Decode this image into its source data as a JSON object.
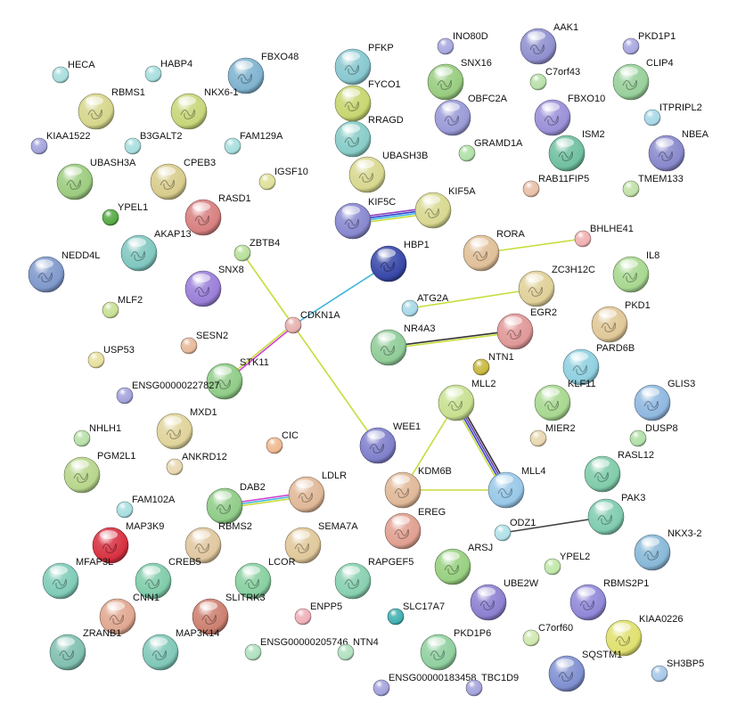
{
  "title": "Protein interaction network",
  "nodes": [
    {
      "label": "HECA",
      "color": "#a8dede"
    },
    {
      "label": "HABP4",
      "color": "#a8dede"
    },
    {
      "label": "FBXO48",
      "color": "#7fb3d0"
    },
    {
      "label": "RBMS1",
      "color": "#d6d68c"
    },
    {
      "label": "NKX6-1",
      "color": "#c8d67a"
    },
    {
      "label": "KIAA1522",
      "color": "#a3a3dd"
    },
    {
      "label": "B3GALT2",
      "color": "#a8dede"
    },
    {
      "label": "FAM129A",
      "color": "#a8dede"
    },
    {
      "label": "UBASH3A",
      "color": "#9ccc7f"
    },
    {
      "label": "CPEB3",
      "color": "#d8cc8c"
    },
    {
      "label": "IGSF10",
      "color": "#e0e09a"
    },
    {
      "label": "YPEL1",
      "color": "#55aa44"
    },
    {
      "label": "RASD1",
      "color": "#d88080"
    },
    {
      "label": "AKAP13",
      "color": "#80c8c0"
    },
    {
      "label": "ZBTB4",
      "color": "#b8e09a"
    },
    {
      "label": "NEDD4L",
      "color": "#7f99cc"
    },
    {
      "label": "SNX8",
      "color": "#9a7fd8"
    },
    {
      "label": "MLF2",
      "color": "#c8e094"
    },
    {
      "label": "CDKN1A",
      "color": "#e8b0b0"
    },
    {
      "label": "USP53",
      "color": "#e8e0a0"
    },
    {
      "label": "SESN2",
      "color": "#e8b89a"
    },
    {
      "label": "STK11",
      "color": "#90cc88"
    },
    {
      "label": "ENSG00000227827",
      "color": "#a3a3dd"
    },
    {
      "label": "NHLH1",
      "color": "#b8e0a8"
    },
    {
      "label": "MXD1",
      "color": "#e0d49a"
    },
    {
      "label": "CIC",
      "color": "#f0b890"
    },
    {
      "label": "PGM2L1",
      "color": "#b8d68c"
    },
    {
      "label": "ANKRD12",
      "color": "#e8d8b0"
    },
    {
      "label": "FAM102A",
      "color": "#a8dee0"
    },
    {
      "label": "DAB2",
      "color": "#90cc88"
    },
    {
      "label": "LDLR",
      "color": "#e0b898"
    },
    {
      "label": "MAP3K9",
      "color": "#d83040"
    },
    {
      "label": "RBMS2",
      "color": "#e0c8a0"
    },
    {
      "label": "SEMA7A",
      "color": "#e0c89a"
    },
    {
      "label": "MFAP3L",
      "color": "#80ccb8"
    },
    {
      "label": "CREB5",
      "color": "#80ccaa"
    },
    {
      "label": "LCOR",
      "color": "#88d0a0"
    },
    {
      "label": "RAPGEF5",
      "color": "#88d0b0"
    },
    {
      "label": "CNN1",
      "color": "#e0a890"
    },
    {
      "label": "SLITRK3",
      "color": "#cc8070"
    },
    {
      "label": "ENPP5",
      "color": "#f0b0b8"
    },
    {
      "label": "SLC17A7",
      "color": "#40b0b0"
    },
    {
      "label": "ZRANB1",
      "color": "#80c0b0"
    },
    {
      "label": "MAP3K14",
      "color": "#80c8b8"
    },
    {
      "label": "ENSG00000205746",
      "color": "#b0e0c0"
    },
    {
      "label": "NTN4",
      "color": "#b0e0c0"
    },
    {
      "label": "PKD1P6",
      "color": "#90d0a0"
    },
    {
      "label": "ENSG00000183458",
      "color": "#a3a3dd"
    },
    {
      "label": "TBC1D9",
      "color": "#a3a3dd"
    },
    {
      "label": "PFKP",
      "color": "#88c8d0"
    },
    {
      "label": "INO80D",
      "color": "#a8a8e0"
    },
    {
      "label": "AAK1",
      "color": "#9090d0"
    },
    {
      "label": "PKD1P1",
      "color": "#a8a8e0"
    },
    {
      "label": "FYCO1",
      "color": "#c8d670"
    },
    {
      "label": "SNX16",
      "color": "#98cc80"
    },
    {
      "label": "C7orf43",
      "color": "#b8e0a8"
    },
    {
      "label": "CLIP4",
      "color": "#98d09a"
    },
    {
      "label": "RRAGD",
      "color": "#88ccc8"
    },
    {
      "label": "OBFC2A",
      "color": "#9a9ad8"
    },
    {
      "label": "FBXO10",
      "color": "#9a90d8"
    },
    {
      "label": "ITPRIPL2",
      "color": "#a8d8e8"
    },
    {
      "label": "GRAMD1A",
      "color": "#b0e0a8"
    },
    {
      "label": "ISM2",
      "color": "#70c0a0"
    },
    {
      "label": "NBEA",
      "color": "#8888cc"
    },
    {
      "label": "UBASH3B",
      "color": "#d8d890"
    },
    {
      "label": "RAB11FIP5",
      "color": "#e8c0a8"
    },
    {
      "label": "TMEM133",
      "color": "#c0e0a8"
    },
    {
      "label": "KIF5C",
      "color": "#8888d0"
    },
    {
      "label": "KIF5A",
      "color": "#d8d890"
    },
    {
      "label": "HBP1",
      "color": "#3848a8"
    },
    {
      "label": "RORA",
      "color": "#e0c098"
    },
    {
      "label": "BHLHE41",
      "color": "#f0b0b0"
    },
    {
      "label": "IL8",
      "color": "#a8d890"
    },
    {
      "label": "ZC3H12C",
      "color": "#e0d098"
    },
    {
      "label": "ATG2A",
      "color": "#a8d8e8"
    },
    {
      "label": "PKD1",
      "color": "#e0c898"
    },
    {
      "label": "EGR2",
      "color": "#e09898"
    },
    {
      "label": "NR4A3",
      "color": "#90cc98"
    },
    {
      "label": "PARD6B",
      "color": "#90d0e0"
    },
    {
      "label": "NTN1",
      "color": "#c8b840"
    },
    {
      "label": "MLL2",
      "color": "#c8e090"
    },
    {
      "label": "KLF11",
      "color": "#a8d890"
    },
    {
      "label": "GLIS3",
      "color": "#90b8e0"
    },
    {
      "label": "MIER2",
      "color": "#e8d8b0"
    },
    {
      "label": "DUSP8",
      "color": "#b0e0a8"
    },
    {
      "label": "WEE1",
      "color": "#8080cc"
    },
    {
      "label": "KDM6B",
      "color": "#e0b898"
    },
    {
      "label": "MLL4",
      "color": "#98c8e8"
    },
    {
      "label": "RASL12",
      "color": "#80ccaa"
    },
    {
      "label": "EREG",
      "color": "#e0a090"
    },
    {
      "label": "ODZ1",
      "color": "#b0e0e8"
    },
    {
      "label": "PAK3",
      "color": "#80ccb0"
    },
    {
      "label": "ARSJ",
      "color": "#98d080"
    },
    {
      "label": "YPEL2",
      "color": "#c0e8a8"
    },
    {
      "label": "NKX3-2",
      "color": "#88b8d8"
    },
    {
      "label": "UBE2W",
      "color": "#8c80d0"
    },
    {
      "label": "RBMS2P1",
      "color": "#9088d8"
    },
    {
      "label": "C7orf60",
      "color": "#d0e8b0"
    },
    {
      "label": "KIAA0226",
      "color": "#e0e070"
    },
    {
      "label": "SQSTM1",
      "color": "#8090d0"
    },
    {
      "label": "SH3BP5",
      "color": "#a8c8e8"
    }
  ],
  "edges": [
    {
      "source": "ZBTB4",
      "target": "CDKN1A",
      "colors": [
        "#c8dc3c"
      ]
    },
    {
      "source": "CDKN1A",
      "target": "HBP1",
      "colors": [
        "#3cb4dc"
      ]
    },
    {
      "source": "CDKN1A",
      "target": "STK11",
      "colors": [
        "#d040d0",
        "#c8dc3c"
      ]
    },
    {
      "source": "CDKN1A",
      "target": "WEE1",
      "colors": [
        "#c8dc3c"
      ]
    },
    {
      "source": "KIF5C",
      "target": "KIF5A",
      "colors": [
        "#9040c0",
        "#3040d0",
        "#40b8e0",
        "#c8dc3c"
      ]
    },
    {
      "source": "RORA",
      "target": "BHLHE41",
      "colors": [
        "#c8dc3c"
      ]
    },
    {
      "source": "ATG2A",
      "target": "ZC3H12C",
      "colors": [
        "#c8dc3c"
      ]
    },
    {
      "source": "NR4A3",
      "target": "EGR2",
      "colors": [
        "#333333",
        "#c8dc3c"
      ]
    },
    {
      "source": "MLL2",
      "target": "MLL4",
      "colors": [
        "#333333",
        "#7040b0",
        "#3848d0",
        "#c8dc3c"
      ]
    },
    {
      "source": "MLL2",
      "target": "KDM6B",
      "colors": [
        "#c8dc3c"
      ]
    },
    {
      "source": "KDM6B",
      "target": "MLL4",
      "colors": [
        "#c8dc3c"
      ]
    },
    {
      "source": "DAB2",
      "target": "LDLR",
      "colors": [
        "#d040d0",
        "#40b8e0",
        "#c8dc3c"
      ]
    },
    {
      "source": "ODZ1",
      "target": "PAK3",
      "colors": [
        "#444444"
      ]
    }
  ]
}
